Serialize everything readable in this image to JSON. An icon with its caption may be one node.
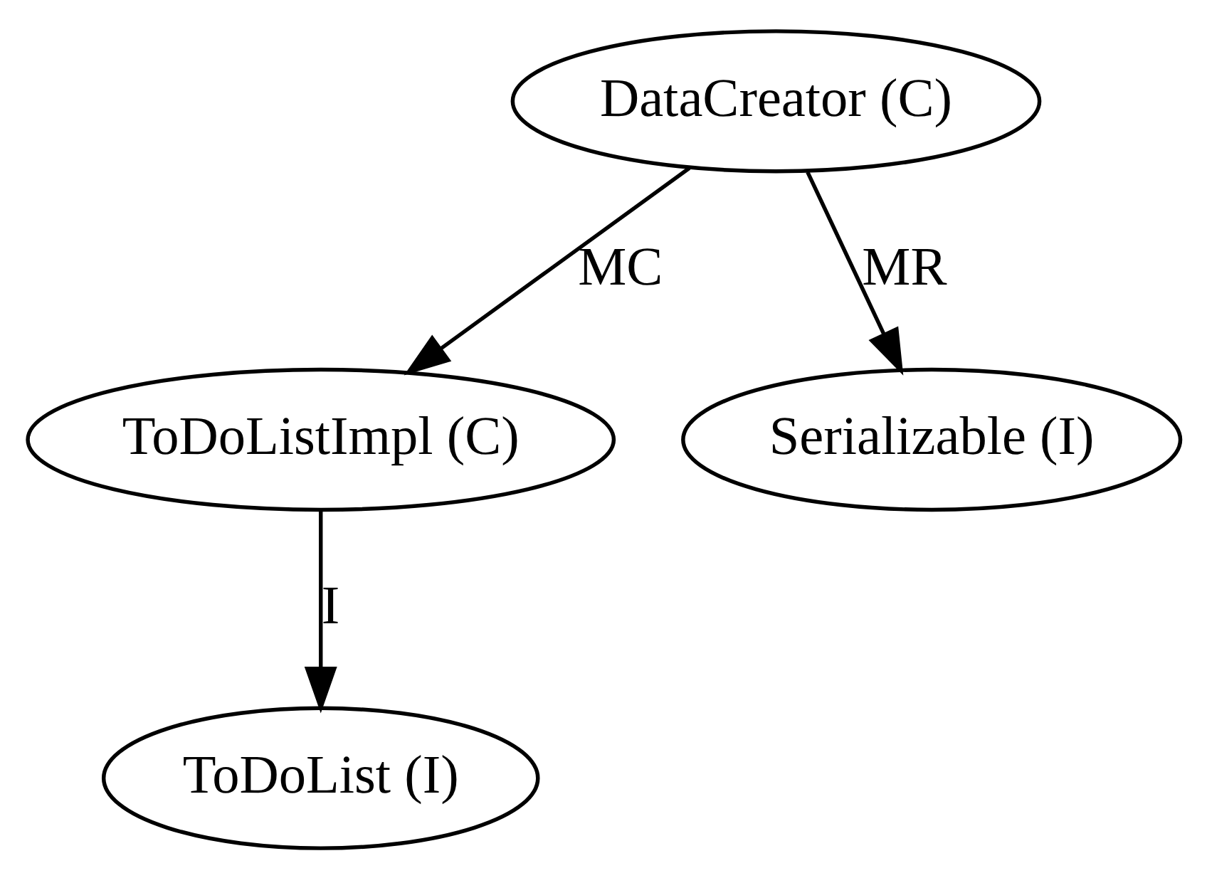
{
  "diagram": {
    "nodes": [
      {
        "text": [
          "DataCreator (C)"
        ]
      },
      {
        "text": [
          "ToDoListImpl (C)"
        ]
      },
      {
        "text": [
          "Serializable (I)"
        ]
      },
      {
        "text": [
          "ToDoList (I)"
        ]
      }
    ],
    "edges": [
      {
        "from": 0,
        "to": 1,
        "arrow": "to",
        "label": "MC"
      },
      {
        "from": 0,
        "to": 2,
        "arrow": "to",
        "label": "MR"
      },
      {
        "from": 1,
        "to": 3,
        "arrow": "to",
        "label": "I"
      }
    ]
  }
}
